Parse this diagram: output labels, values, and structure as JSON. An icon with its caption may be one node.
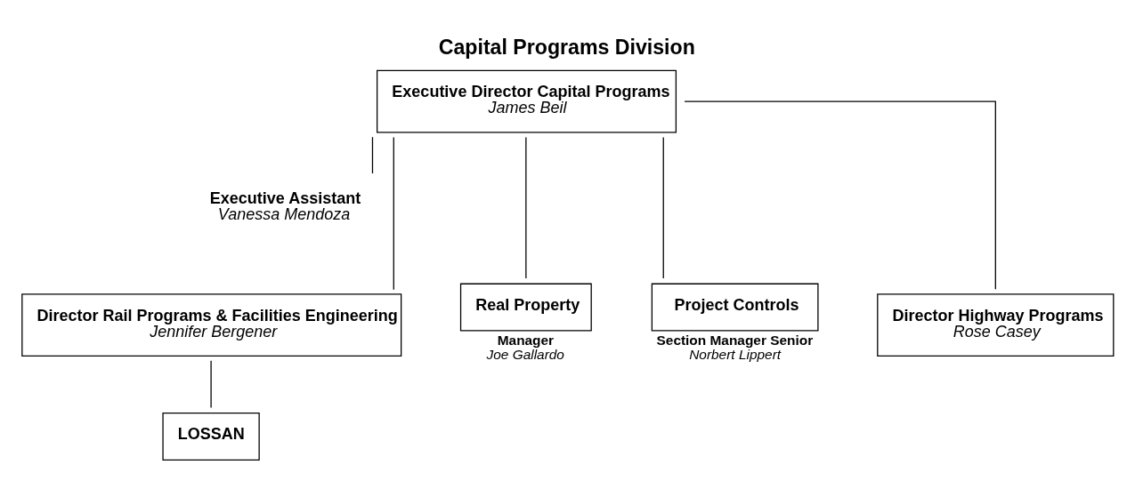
{
  "diagram": {
    "title": "Capital Programs Division",
    "nodes": [
      {
        "text": [
          "Executive Director Capital Programs",
          "James Beil"
        ]
      },
      {
        "text": [
          "Executive Assistant",
          "Vanessa Mendoza"
        ]
      },
      {
        "text": [
          "Director Rail Programs & Facilities Engineering",
          "Jennifer Bergener"
        ]
      },
      {
        "text": [
          "LOSSAN"
        ]
      },
      {
        "text": [
          "Real Property"
        ],
        "beside": [
          "Manager",
          "Joe Gallardo"
        ]
      },
      {
        "text": [
          "Project Controls"
        ],
        "beside": [
          "Section Manager Senior",
          "Norbert Lippert"
        ]
      },
      {
        "text": [
          "Director Highway Programs",
          "Rose Casey"
        ]
      }
    ],
    "edges": [
      {
        "from": 0,
        "to": 1,
        "arrow": "none"
      },
      {
        "from": 0,
        "to": 2,
        "arrow": "none"
      },
      {
        "from": 0,
        "to": 4,
        "arrow": "none"
      },
      {
        "from": 0,
        "to": 5,
        "arrow": "none"
      },
      {
        "from": 0,
        "to": 6,
        "arrow": "none"
      },
      {
        "from": 2,
        "to": 3,
        "arrow": "none"
      }
    ]
  }
}
